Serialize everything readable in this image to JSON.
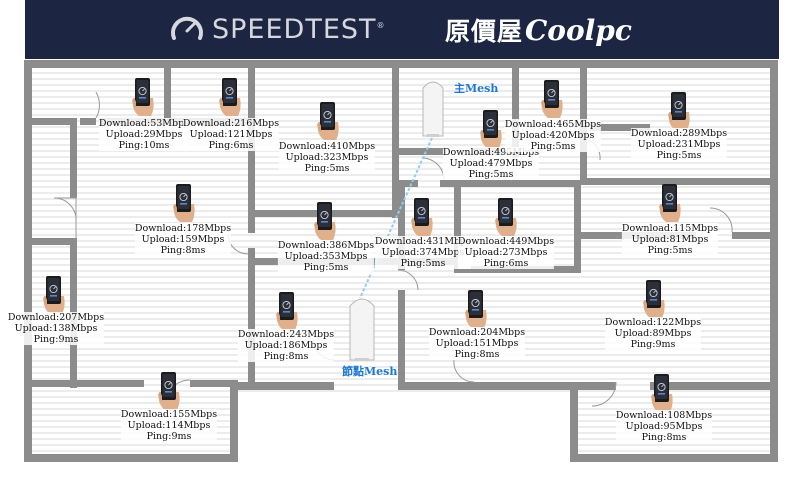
{
  "banner": {
    "speedtest_text": "SPEEDTEST",
    "registered_mark": "®",
    "brand_chinese": "原價屋",
    "brand_english": "Coolpc",
    "colors": {
      "background": "#1c2541",
      "text": "#d6d8de"
    }
  },
  "routers": [
    {
      "id": "main",
      "label": "主Mesh"
    },
    {
      "id": "node",
      "label": "節點Mesh"
    }
  ],
  "measurements": [
    {
      "download": "Download:53Mbps",
      "upload": "Upload:29Mbps",
      "ping": "Ping:10ms"
    },
    {
      "download": "Download:216Mbps",
      "upload": "Upload:121Mbps",
      "ping": "Ping:6ms"
    },
    {
      "download": "Download:410Mbps",
      "upload": "Upload:323Mbps",
      "ping": "Ping:5ms"
    },
    {
      "download": "Download:495Mbps",
      "upload": "Upload:479Mbps",
      "ping": "Ping:5ms"
    },
    {
      "download": "Download:465Mbps",
      "upload": "Upload:420Mbps",
      "ping": "Ping:5ms"
    },
    {
      "download": "Download:289Mbps",
      "upload": "Upload:231Mbps",
      "ping": "Ping:5ms"
    },
    {
      "download": "Download:178Mbps",
      "upload": "Upload:159Mbps",
      "ping": "Ping:8ms"
    },
    {
      "download": "Download:386Mbps",
      "upload": "Upload:353Mbps",
      "ping": "Ping:5ms"
    },
    {
      "download": "Download:431Mbps",
      "upload": "Upload:374Mbps",
      "ping": "Ping:5ms"
    },
    {
      "download": "Download:449Mbps",
      "upload": "Upload:273Mbps",
      "ping": "Ping:6ms"
    },
    {
      "download": "Download:115Mbps",
      "upload": "Upload:81Mbps",
      "ping": "Ping:5ms"
    },
    {
      "download": "Download:207Mbps",
      "upload": "Upload:138Mbps",
      "ping": "Ping:9ms"
    },
    {
      "download": "Download:243Mbps",
      "upload": "Upload:186Mbps",
      "ping": "Ping:8ms"
    },
    {
      "download": "Download:204Mbps",
      "upload": "Upload:151Mbps",
      "ping": "Ping:8ms"
    },
    {
      "download": "Download:122Mbps",
      "upload": "Upload:89Mbps",
      "ping": "Ping:9ms"
    },
    {
      "download": "Download:155Mbps",
      "upload": "Upload:114Mbps",
      "ping": "Ping:9ms"
    },
    {
      "download": "Download:108Mbps",
      "upload": "Upload:95Mbps",
      "ping": "Ping:8ms"
    }
  ],
  "colors": {
    "wall": "#8c8c8c",
    "floor_stripe": "#e8e8e8",
    "signal_line": "#8fcdf0",
    "mesh_label": "#1e78d2"
  }
}
